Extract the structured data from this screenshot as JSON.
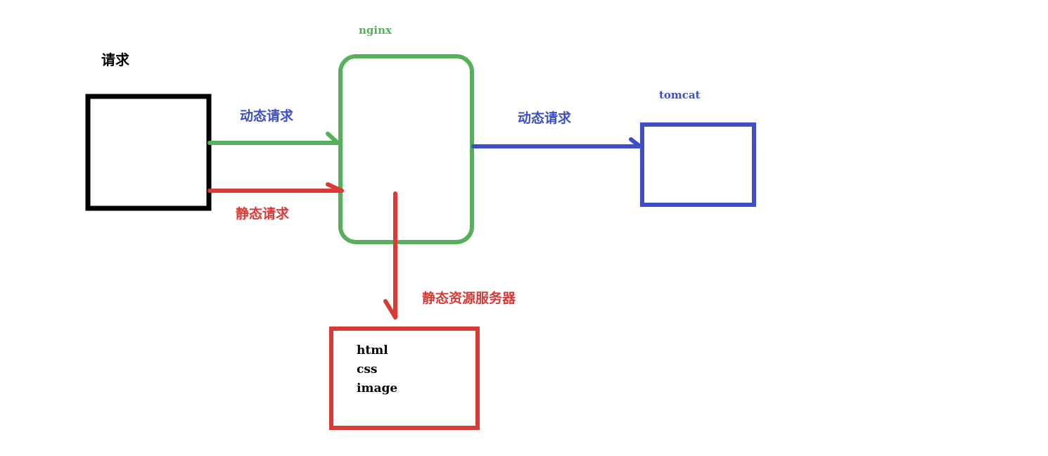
{
  "colors": {
    "black": "#000000",
    "green": "#56b05a",
    "red": "#d93a36",
    "blue": "#3d4fc4"
  },
  "nodes": {
    "client": {
      "label": "请求"
    },
    "nginx": {
      "label": "nginx"
    },
    "tomcat": {
      "label": "tomcat"
    },
    "static_server": {
      "label": "静态资源服务器",
      "items": [
        "html",
        "css",
        "image"
      ]
    }
  },
  "edges": {
    "client_to_nginx_dynamic": {
      "label": "动态请求"
    },
    "client_to_nginx_static": {
      "label": "静态请求"
    },
    "nginx_to_tomcat": {
      "label": "动态请求"
    },
    "nginx_to_static": {
      "label": "静态资源服务器"
    }
  }
}
